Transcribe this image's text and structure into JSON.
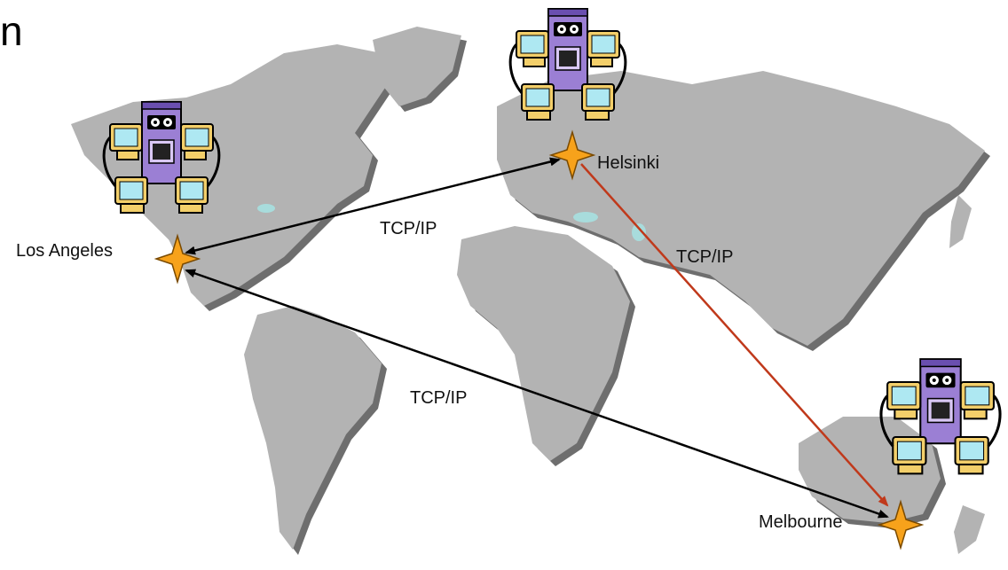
{
  "title_fragment": "n",
  "cities": [
    {
      "id": "los-angeles",
      "name": "Los Angeles"
    },
    {
      "id": "helsinki",
      "name": "Helsinki"
    },
    {
      "id": "melbourne",
      "name": "Melbourne"
    }
  ],
  "links": [
    {
      "from": "los-angeles",
      "to": "helsinki",
      "label": "TCP/IP",
      "color": "#000000"
    },
    {
      "from": "helsinki",
      "to": "melbourne",
      "label": "TCP/IP",
      "color": "#c0391b"
    },
    {
      "from": "los-angeles",
      "to": "melbourne",
      "label": "TCP/IP",
      "color": "#000000"
    }
  ],
  "colors": {
    "land": "#b3b3b3",
    "land_shadow": "#6e6e6e",
    "water": "#a8dcdc",
    "star_fill": "#f7a21b",
    "star_stroke": "#7a4a00",
    "server_purple": "#9b7fd4",
    "monitor_yellow": "#f3cf6a",
    "screen_blue": "#aee8f2"
  },
  "icons": [
    "server-cluster-icon",
    "star-marker-icon"
  ]
}
